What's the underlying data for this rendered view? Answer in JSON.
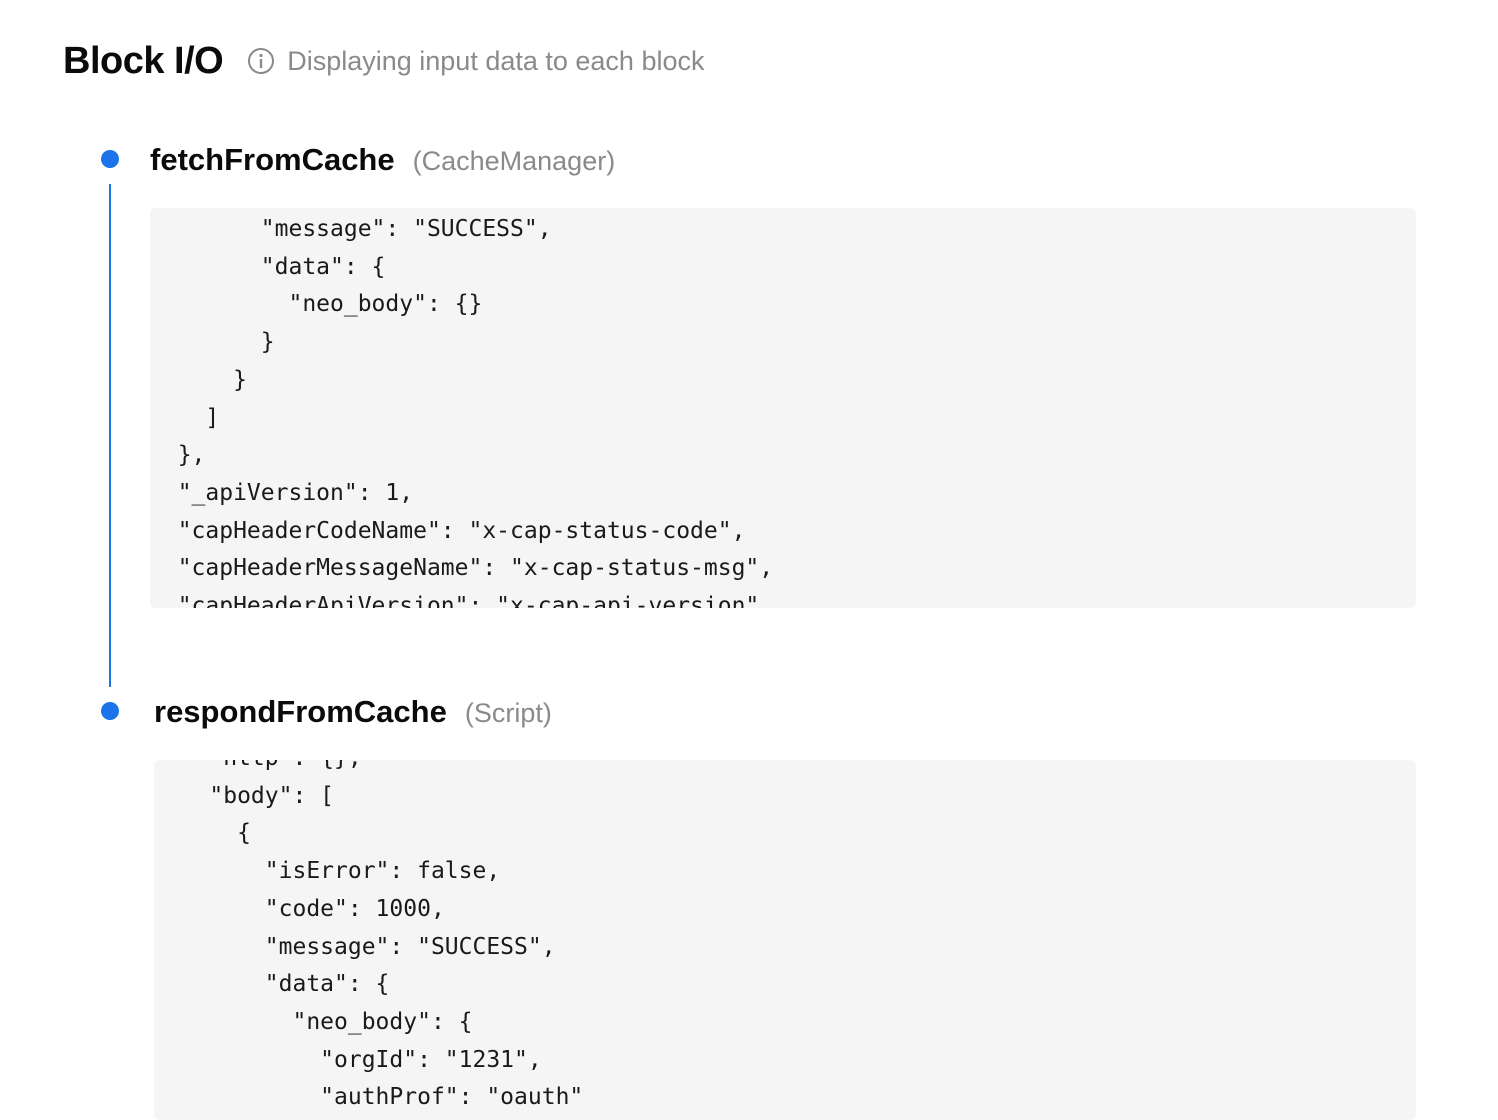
{
  "header": {
    "title": "Block I/O",
    "info_icon": "info-circle-icon",
    "subtitle": "Displaying input data to each block"
  },
  "accent_color": "#1a73e8",
  "blocks": [
    {
      "name": "fetchFromCache",
      "type": "(CacheManager)",
      "code": "        \"message\": \"SUCCESS\",\n        \"data\": {\n          \"neo_body\": {}\n        }\n      }\n    ]\n  },\n  \"_apiVersion\": 1,\n  \"capHeaderCodeName\": \"x-cap-status-code\",\n  \"capHeaderMessageName\": \"x-cap-status-msg\",\n  \"capHeaderApiVersion\": \"x-cap-api-version\""
    },
    {
      "name": "respondFromCache",
      "type": "(Script)",
      "code": "    \"http\": {},\n    \"body\": [\n      {\n        \"isError\": false,\n        \"code\": 1000,\n        \"message\": \"SUCCESS\",\n        \"data\": {\n          \"neo_body\": {\n            \"orgId\": \"1231\",\n            \"authProf\": \"oauth\""
    }
  ]
}
